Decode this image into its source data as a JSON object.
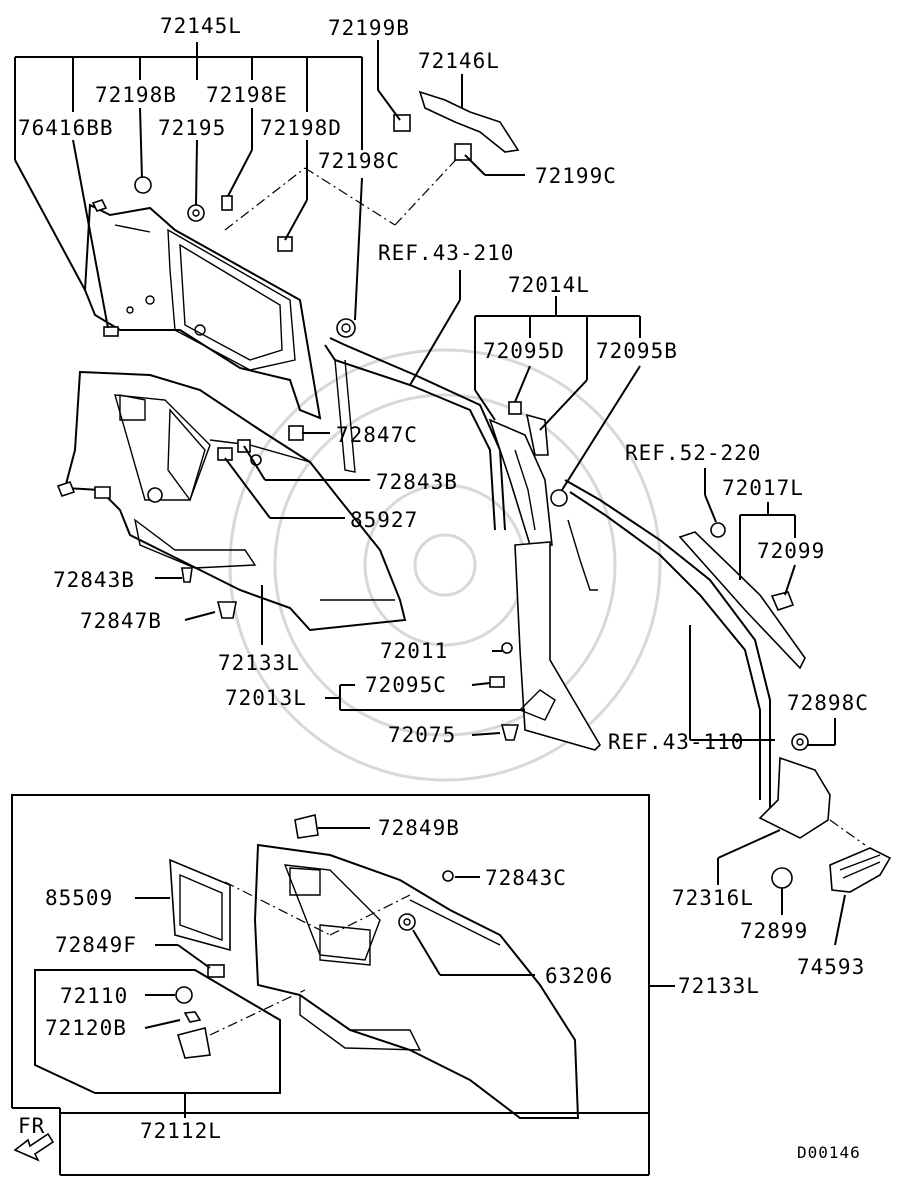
{
  "labels": {
    "p72145L": "72145L",
    "p72199B": "72199B",
    "p72146L": "72146L",
    "p72198B": "72198B",
    "p72198E": "72198E",
    "p76416BB": "76416BB",
    "p72195": "72195",
    "p72198D": "72198D",
    "p72198C": "72198C",
    "p72199C": "72199C",
    "ref43210": "REF.43-210",
    "p72014L": "72014L",
    "p72095D": "72095D",
    "p72095B": "72095B",
    "p72847C": "72847C",
    "p72843B": "72843B",
    "ref52220": "REF.52-220",
    "p85927": "85927",
    "p72017L": "72017L",
    "p72099": "72099",
    "p72843B_2": "72843B",
    "p72847B": "72847B",
    "p72133L": "72133L",
    "p72011": "72011",
    "p72095C": "72095C",
    "p72013L": "72013L",
    "p72898C": "72898C",
    "p72075": "72075",
    "ref43110": "REF.43-110",
    "p72849B": "72849B",
    "p72843C": "72843C",
    "p85509": "85509",
    "p72316L": "72316L",
    "p72899": "72899",
    "p72849F": "72849F",
    "p74593": "74593",
    "p63206": "63206",
    "p72133L_2": "72133L",
    "p72110": "72110",
    "p72120B": "72120B",
    "p72112L": "72112L",
    "fr": "FR",
    "diagram_code": "D00146"
  }
}
